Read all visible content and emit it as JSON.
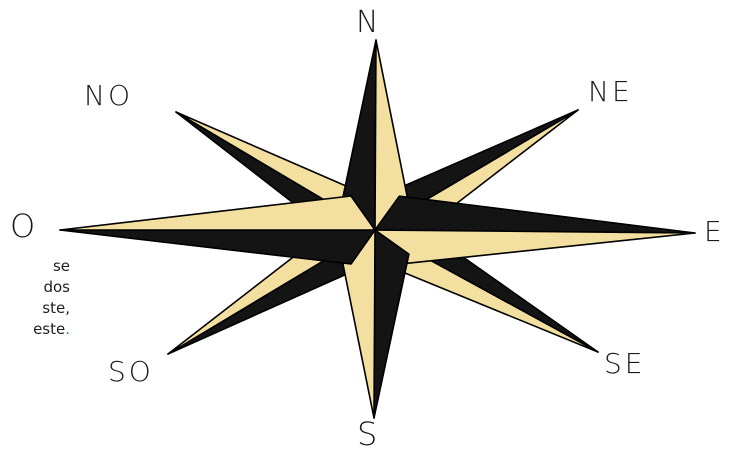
{
  "compass": {
    "directions": {
      "n": "N",
      "ne": "NE",
      "e": "E",
      "se": "SE",
      "s": "S",
      "so": "SO",
      "o": "O",
      "no": "NO"
    },
    "colors": {
      "dark_face": "#141414",
      "light_face": "#f3dfa0",
      "outline": "#000000"
    }
  },
  "side_text": {
    "line1": "se",
    "line2": "dos",
    "line3": "ste,",
    "line4": "este",
    "line4_tail": "."
  }
}
